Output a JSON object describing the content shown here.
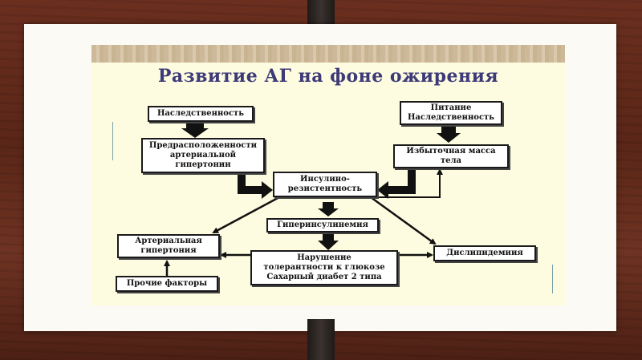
{
  "title": "Развитие АГ на фоне ожирения",
  "nodes": {
    "heredity_left": "Наследственность",
    "predisposition": "Предрасположенности\nартериальной\nгипертонии",
    "nutrition_heredity": "Питание\nНаследственность",
    "excess_weight": "Избыточная масса\nтела",
    "insulin_resistance": "Инсулино-\nрезистентность",
    "hyperinsulinemia": "Гиперинсулинемия",
    "arterial_hypertension": "Артериальная\nгипертония",
    "glucose_tolerance": "Нарушение\nтолерантности к глюкозе\nСахарный диабет 2 типа",
    "dyslipidemia": "Дислипидемиия",
    "other_factors": "Прочие факторы"
  },
  "colors": {
    "title": "#3d3a78",
    "slide_background": "#fdfce0",
    "box_border": "#1a1a1a"
  }
}
